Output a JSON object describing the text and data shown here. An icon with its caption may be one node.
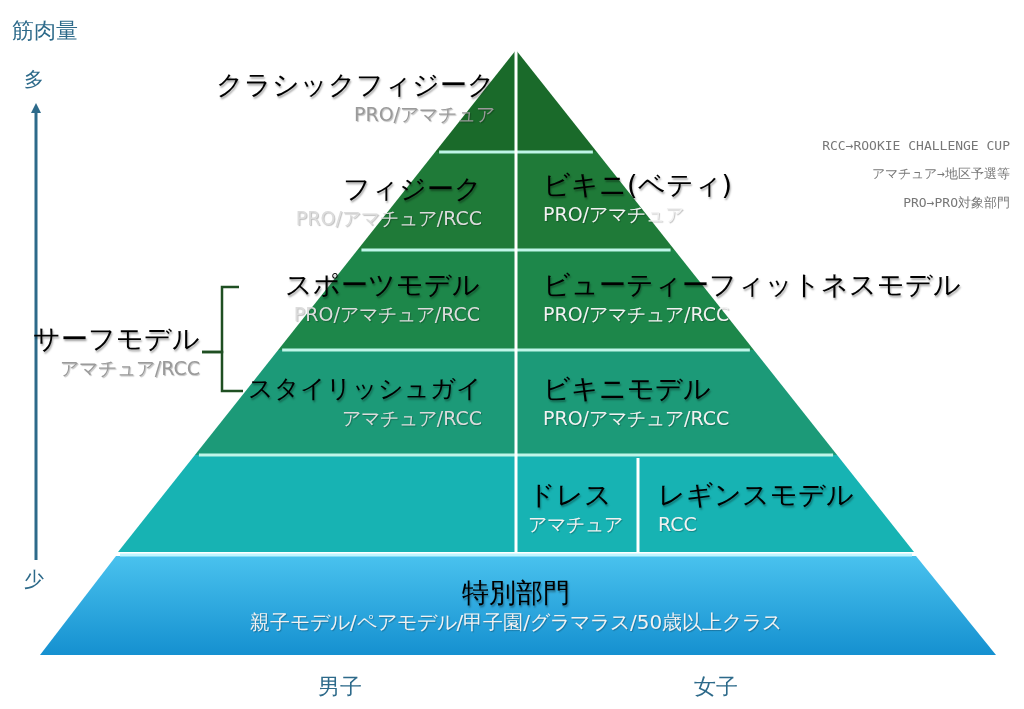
{
  "diagram": {
    "nodes": [
      {
        "text": [
          "クラシックフィジーク",
          "PRO/アマチュア"
        ]
      },
      {
        "text": [
          "フィジーク",
          "PRO/アマチュア/RCC"
        ]
      },
      {
        "text": [
          "ビキニ(ベティ)",
          "PRO/アマチュア"
        ]
      },
      {
        "text": [
          "スポーツモデル",
          "PRO/アマチュア/RCC"
        ]
      },
      {
        "text": [
          "ビューティーフィットネスモデル",
          "PRO/アマチュア/RCC"
        ]
      },
      {
        "text": [
          "サーフモデル",
          "アマチュア/RCC"
        ]
      },
      {
        "text": [
          "スタイリッシュガイ",
          "アマチュア/RCC"
        ]
      },
      {
        "text": [
          "ビキニモデル",
          "PRO/アマチュア/RCC"
        ]
      },
      {
        "text": [
          "ドレス",
          "アマチュア"
        ]
      },
      {
        "text": [
          "レギンスモデル",
          "RCC"
        ]
      },
      {
        "text": [
          "特別部門",
          "親子モデル/ペアモデル/甲子園/グラマラス/50歳以上クラス"
        ]
      }
    ],
    "edges": [
      {
        "from": 5,
        "to": 3,
        "arrow": "none"
      },
      {
        "from": 5,
        "to": 6,
        "arrow": "none"
      }
    ],
    "labels": [
      "筋肉量",
      "多",
      "少",
      "RCC→ROOKIE CHALLENGE CUP",
      "アマチュア→地区予選等",
      "PRO→PRO対象部門",
      "男子",
      "女子"
    ]
  }
}
